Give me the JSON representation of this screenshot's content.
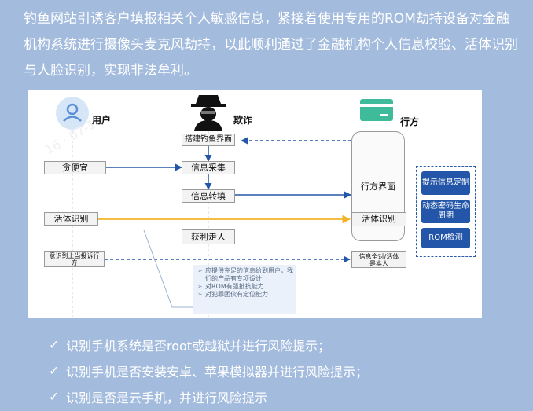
{
  "intro_text": "钓鱼网站引诱客户填报相关个人敏感信息，紧接着使用专用的ROM劫持设备对金融机构系统进行摄像头麦克风劫持，以此顺利通过了金融机构个人信息校验、活体识别与人脸识别，实现非法牟利。",
  "actors": {
    "user": "用户",
    "fraud": "欺诈",
    "bank": "行方"
  },
  "user_boxes": {
    "greed": "贪便宜",
    "liveness": "活体识别",
    "aware": "意识到上当投诉行方"
  },
  "fraud_boxes": {
    "phishing": "搭建钓鱼界面",
    "collect": "信息采集",
    "fill": "信息转填",
    "profit": "获利走人"
  },
  "bank_boxes": {
    "interface": "行方界面",
    "liveness": "活体识别",
    "verified": "信息全对/活体是本人"
  },
  "side_buttons": [
    "提示信息定制",
    "动态密码生命周期",
    "ROM检测"
  ],
  "note_items": [
    "应提供充足的信息给到用户，我们的产品有专项设计",
    "对ROM有强抵抗能力",
    "对犯罪团伙有定位能力"
  ],
  "checks": [
    "识别手机系统是否root或越狱并进行风险提示；",
    "识别手机是否安装安卓、苹果模拟器并进行风险提示；",
    "识别是否是云手机，并进行风险提示"
  ],
  "check_mark": "✓",
  "colors": {
    "background": "#a3bbdd",
    "arrow_blue": "#2356a8",
    "arrow_yellow": "#f2b52a",
    "bank_card": "#3dbb9b",
    "user_icon": "#5b8fd6"
  }
}
